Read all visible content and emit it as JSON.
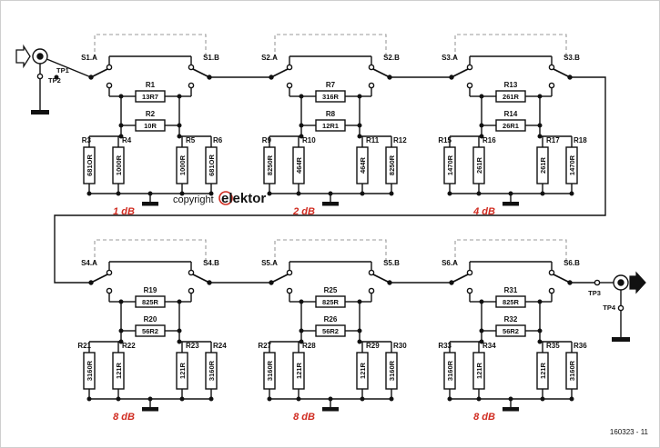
{
  "diagram": {
    "footer": {
      "copyright_text": "copyright",
      "brand_name": "elektor",
      "brand_color": "#d02b20",
      "figure_number": "160323 - 11"
    },
    "test_points": {
      "tp1": "TP1",
      "tp2": "TP2",
      "tp3": "TP3",
      "tp4": "TP4"
    },
    "connectors": {
      "input": "input-arrow-icon",
      "output": "output-arrow-icon"
    },
    "colors": {
      "wire": "#111111",
      "switch_link_dashed": "#9a9a9a",
      "db_label": "#d02b20"
    },
    "stages": [
      {
        "db": "1 dB",
        "sw_a": "S1.A",
        "sw_b": "S1.B",
        "r_top": {
          "ref": "R1",
          "value": "13R7"
        },
        "r_mid": {
          "ref": "R2",
          "value": "10R"
        },
        "r_left_o": {
          "ref": "R3",
          "value": "681OR"
        },
        "r_left_i": {
          "ref": "R4",
          "value": "1000R"
        },
        "r_right_i": {
          "ref": "R5",
          "value": "1000R"
        },
        "r_right_o": {
          "ref": "R6",
          "value": "681OR"
        }
      },
      {
        "db": "2 dB",
        "sw_a": "S2.A",
        "sw_b": "S2.B",
        "r_top": {
          "ref": "R7",
          "value": "316R"
        },
        "r_mid": {
          "ref": "R8",
          "value": "12R1"
        },
        "r_left_o": {
          "ref": "R9",
          "value": "8250R"
        },
        "r_left_i": {
          "ref": "R10",
          "value": "464R"
        },
        "r_right_i": {
          "ref": "R11",
          "value": "464R"
        },
        "r_right_o": {
          "ref": "R12",
          "value": "8250R"
        }
      },
      {
        "db": "4 dB",
        "sw_a": "S3.A",
        "sw_b": "S3.B",
        "r_top": {
          "ref": "R13",
          "value": "261R"
        },
        "r_mid": {
          "ref": "R14",
          "value": "26R1"
        },
        "r_left_o": {
          "ref": "R15",
          "value": "1470R"
        },
        "r_left_i": {
          "ref": "R16",
          "value": "261R"
        },
        "r_right_i": {
          "ref": "R17",
          "value": "261R"
        },
        "r_right_o": {
          "ref": "R18",
          "value": "1470R"
        }
      },
      {
        "db": "8 dB",
        "sw_a": "S4.A",
        "sw_b": "S4.B",
        "r_top": {
          "ref": "R19",
          "value": "825R"
        },
        "r_mid": {
          "ref": "R20",
          "value": "56R2"
        },
        "r_left_o": {
          "ref": "R21",
          "value": "3160R"
        },
        "r_left_i": {
          "ref": "R22",
          "value": "121R"
        },
        "r_right_i": {
          "ref": "R23",
          "value": "121R"
        },
        "r_right_o": {
          "ref": "R24",
          "value": "3160R"
        }
      },
      {
        "db": "8 dB",
        "sw_a": "S5.A",
        "sw_b": "S5.B",
        "r_top": {
          "ref": "R25",
          "value": "825R"
        },
        "r_mid": {
          "ref": "R26",
          "value": "56R2"
        },
        "r_left_o": {
          "ref": "R27",
          "value": "3160R"
        },
        "r_left_i": {
          "ref": "R28",
          "value": "121R"
        },
        "r_right_i": {
          "ref": "R29",
          "value": "121R"
        },
        "r_right_o": {
          "ref": "R30",
          "value": "3160R"
        }
      },
      {
        "db": "8 dB",
        "sw_a": "S6.A",
        "sw_b": "S6.B",
        "r_top": {
          "ref": "R31",
          "value": "825R"
        },
        "r_mid": {
          "ref": "R32",
          "value": "56R2"
        },
        "r_left_o": {
          "ref": "R33",
          "value": "3160R"
        },
        "r_left_i": {
          "ref": "R34",
          "value": "121R"
        },
        "r_right_i": {
          "ref": "R35",
          "value": "121R"
        },
        "r_right_o": {
          "ref": "R36",
          "value": "3160R"
        }
      }
    ]
  }
}
